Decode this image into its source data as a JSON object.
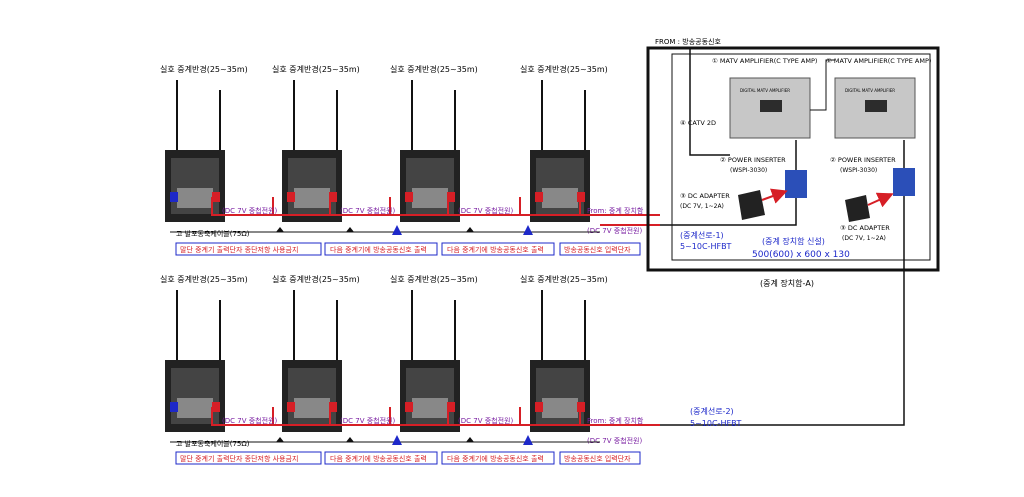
{
  "repeater_label": "실호 중계반경(25~35m)",
  "left_label": "고 발포동축케이블(75Ω)",
  "bottom_labels": [
    "말단 중계기 출력단자 종단저항 사용금지",
    "다음 중계기에 방송공동신호 출력",
    "다음 중계기에 방송공동신호 출력",
    "방송공동신호 입력단자"
  ],
  "dc_power_label": "(DC 7V 중첩전원)",
  "from_label": "From: 중계 장치함",
  "from_top": "FROM : 방송공동신호",
  "matv_amp": "① MATV AMPLIFIER(C TYPE AMP)",
  "catv": "④ CATV 2D",
  "power_inserter": "② POWER INSERTER",
  "inserter_model": "(WSPI-3030)",
  "dc_adapter": "③ DC ADAPTER",
  "dc_adapter_spec": "(DC 7V, 1~2A)",
  "line1_label": "(중계선로-1)",
  "line2_label": "(중계선로-2)",
  "cable_type": "5~10C-HFBT",
  "box_new_label": "(중계 장치함 신설)",
  "box_size": "500(600) x 600 x 130",
  "box_title": "(중계 장치함-A)",
  "amp_front_label": "DIGITAL MATV AMPLIFIER",
  "colors": {
    "red": "#d61f26",
    "blue": "#1d28c9",
    "purple": "#7a1fa2"
  }
}
